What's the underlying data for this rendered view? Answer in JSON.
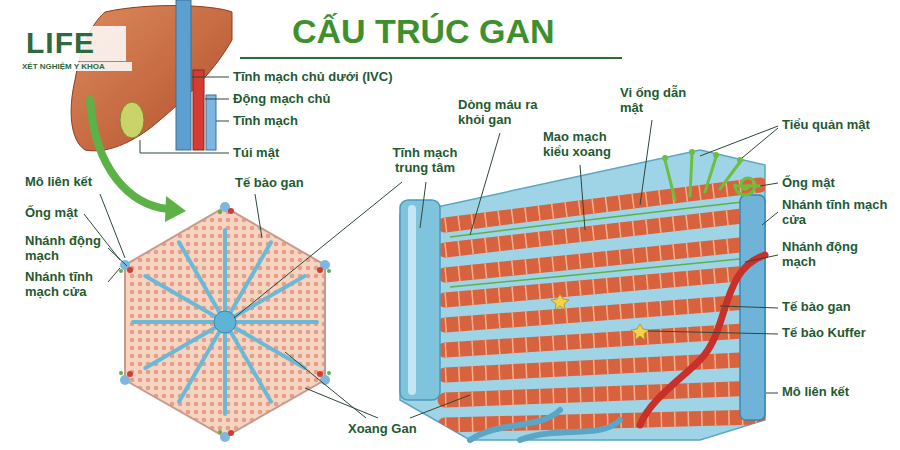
{
  "diagram": {
    "title": "CẤU TRÚC GAN",
    "labels": [
      "LIFE",
      "XÉT NGHIỆM Y KHOA",
      "Tĩnh mạch chủ dưới (IVC)",
      "Động mạch chủ",
      "Tĩnh mạch",
      "Túi mật",
      "Mô liên kết",
      "Tế bào gan",
      "Ống mật",
      "Nhánh động mạch",
      "Nhánh tĩnh mạch cửa",
      "Tĩnh mạch trung tâm",
      "Dòng máu ra khỏi gan",
      "Mao mạch kiểu xoang",
      "Vi ống dẫn mật",
      "Tiểu quản mật",
      "Ống mật",
      "Nhánh tĩnh mạch cửa",
      "Nhánh động mạch",
      "Tế bào gan",
      "Tế bào Kuffer",
      "Mô liên kết",
      "Xoang Gan"
    ]
  }
}
